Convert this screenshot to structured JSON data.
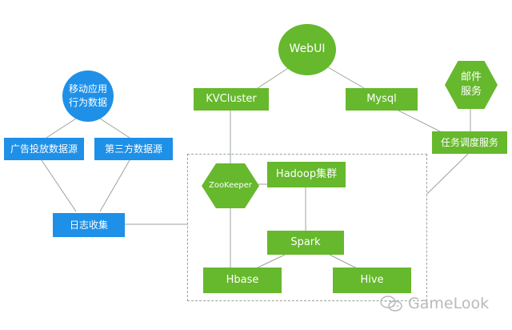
{
  "nodes": {
    "mobile_app": "移动应用\n行为数据",
    "ad_source": "广告投放数据源",
    "third_party": "第三方数据源",
    "log_collect": "日志收集",
    "webui": "WebUI",
    "kvcluster": "KVCluster",
    "mysql": "Mysql",
    "mail": "邮件\n服务",
    "scheduler": "任务调度服务",
    "zookeeper": "ZooKeeper",
    "hadoop": "Hadoop集群",
    "spark": "Spark",
    "hbase": "Hbase",
    "hive": "Hive"
  },
  "watermark": "GameLook",
  "colors": {
    "blue": "#1e90e8",
    "green": "#66b82c",
    "line": "#9aa39a",
    "watermark": "#b9b9b9"
  }
}
